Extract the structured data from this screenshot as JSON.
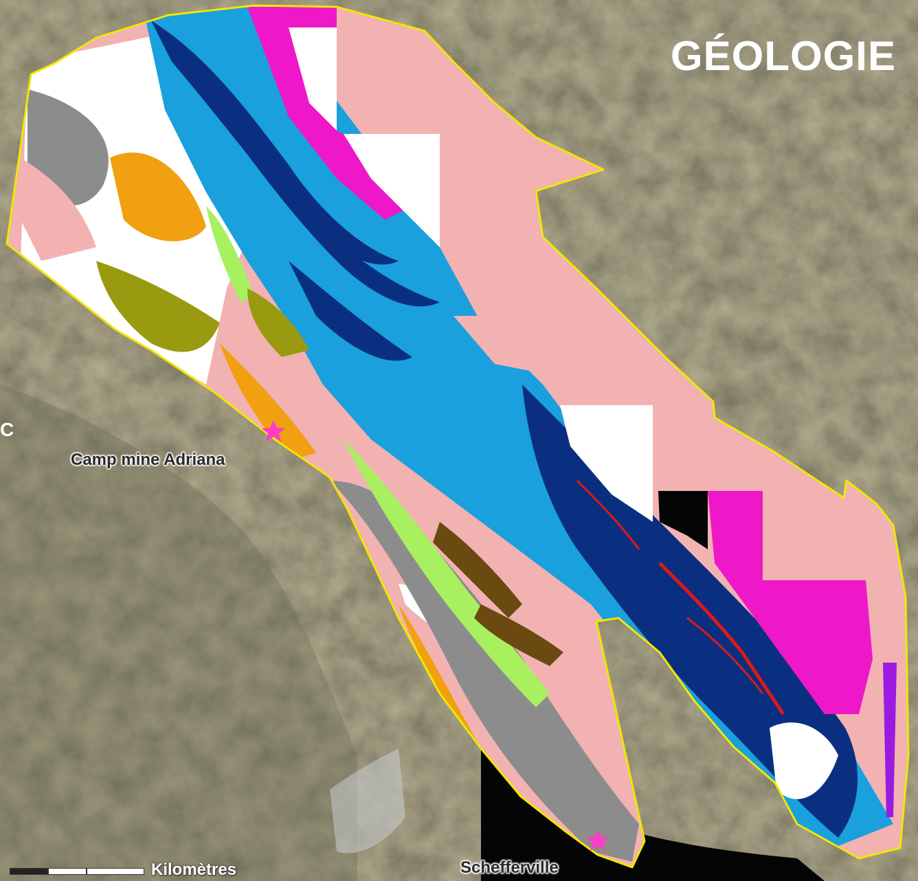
{
  "map": {
    "title": "GÉOLOGIE",
    "labels": {
      "camp": "Camp mine Adriana",
      "town": "Schefferville",
      "edge_letter": "C"
    },
    "scale_bar": {
      "unit": "Kilomètres"
    },
    "colors": {
      "background_terrain": "#4a4633",
      "boundary": "#f2e600",
      "lake": "#050505",
      "unit_light_blue": "#1aa0dc",
      "unit_dark_blue": "#0b2f80",
      "unit_magenta": "#ee18c8",
      "unit_pink": "#f2b2b2",
      "unit_gray": "#8c8c8c",
      "unit_orange": "#f0a010",
      "unit_olive": "#9a9a10",
      "unit_lime": "#a8f060",
      "unit_brown": "#6a4a10",
      "unit_white": "#ffffff",
      "unit_red": "#e01818",
      "unit_purple": "#9a1ae0",
      "marker_star": "#ff3cc8"
    }
  }
}
